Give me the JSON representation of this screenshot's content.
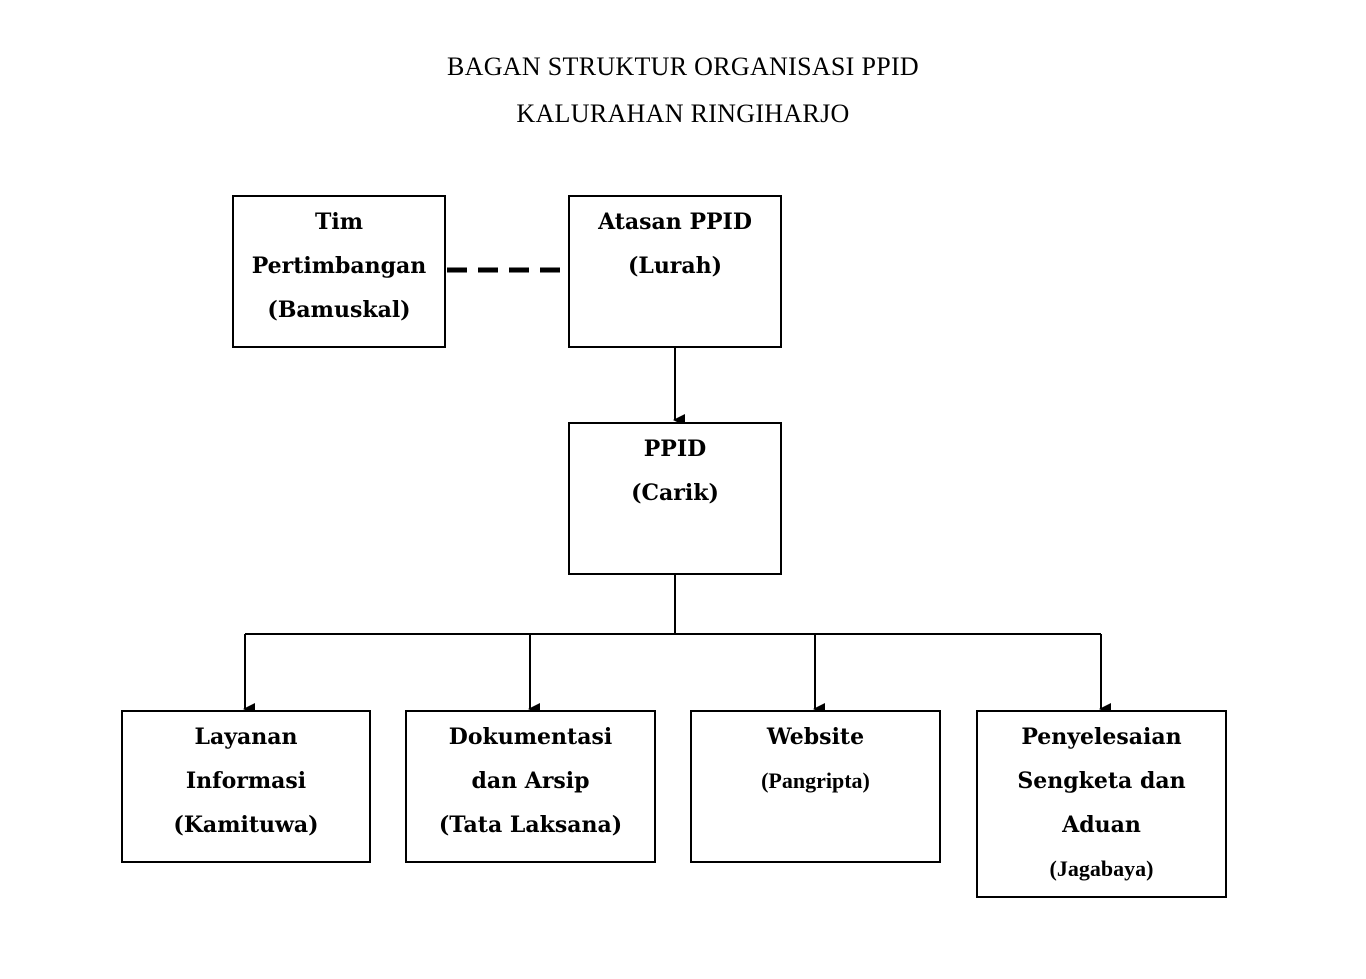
{
  "title": {
    "line1": "BAGAN STRUKTUR ORGANISASI PPID",
    "line2": "KALURAHAN RINGIHARJO"
  },
  "nodes": {
    "tim_pertimbangan": {
      "lines": [
        "Tim",
        "Pertimbangan",
        "(Bamuskal)"
      ]
    },
    "atasan_ppid": {
      "lines": [
        "Atasan PPID",
        "(Lurah)"
      ]
    },
    "ppid": {
      "lines": [
        "PPID",
        "(Carik)"
      ]
    },
    "layanan_informasi": {
      "lines": [
        "Layanan",
        "Informasi",
        "(Kamituwa)"
      ]
    },
    "dokumentasi": {
      "lines": [
        "Dokumentasi",
        "dan Arsip",
        "(Tata Laksana)"
      ]
    },
    "website": {
      "lines": [
        "Website"
      ],
      "sub": "(Pangripta)"
    },
    "penyelesaian": {
      "lines": [
        "Penyelesaian",
        "Sengketa dan",
        "Aduan"
      ],
      "sub": "(Jagabaya)"
    }
  },
  "edges": [
    {
      "from": "tim_pertimbangan",
      "to": "atasan_ppid",
      "style": "dashed"
    },
    {
      "from": "atasan_ppid",
      "to": "ppid",
      "style": "arrow"
    },
    {
      "from": "ppid",
      "to": "layanan_informasi",
      "style": "arrow"
    },
    {
      "from": "ppid",
      "to": "dokumentasi",
      "style": "arrow"
    },
    {
      "from": "ppid",
      "to": "website",
      "style": "arrow"
    },
    {
      "from": "ppid",
      "to": "penyelesaian",
      "style": "arrow"
    }
  ]
}
